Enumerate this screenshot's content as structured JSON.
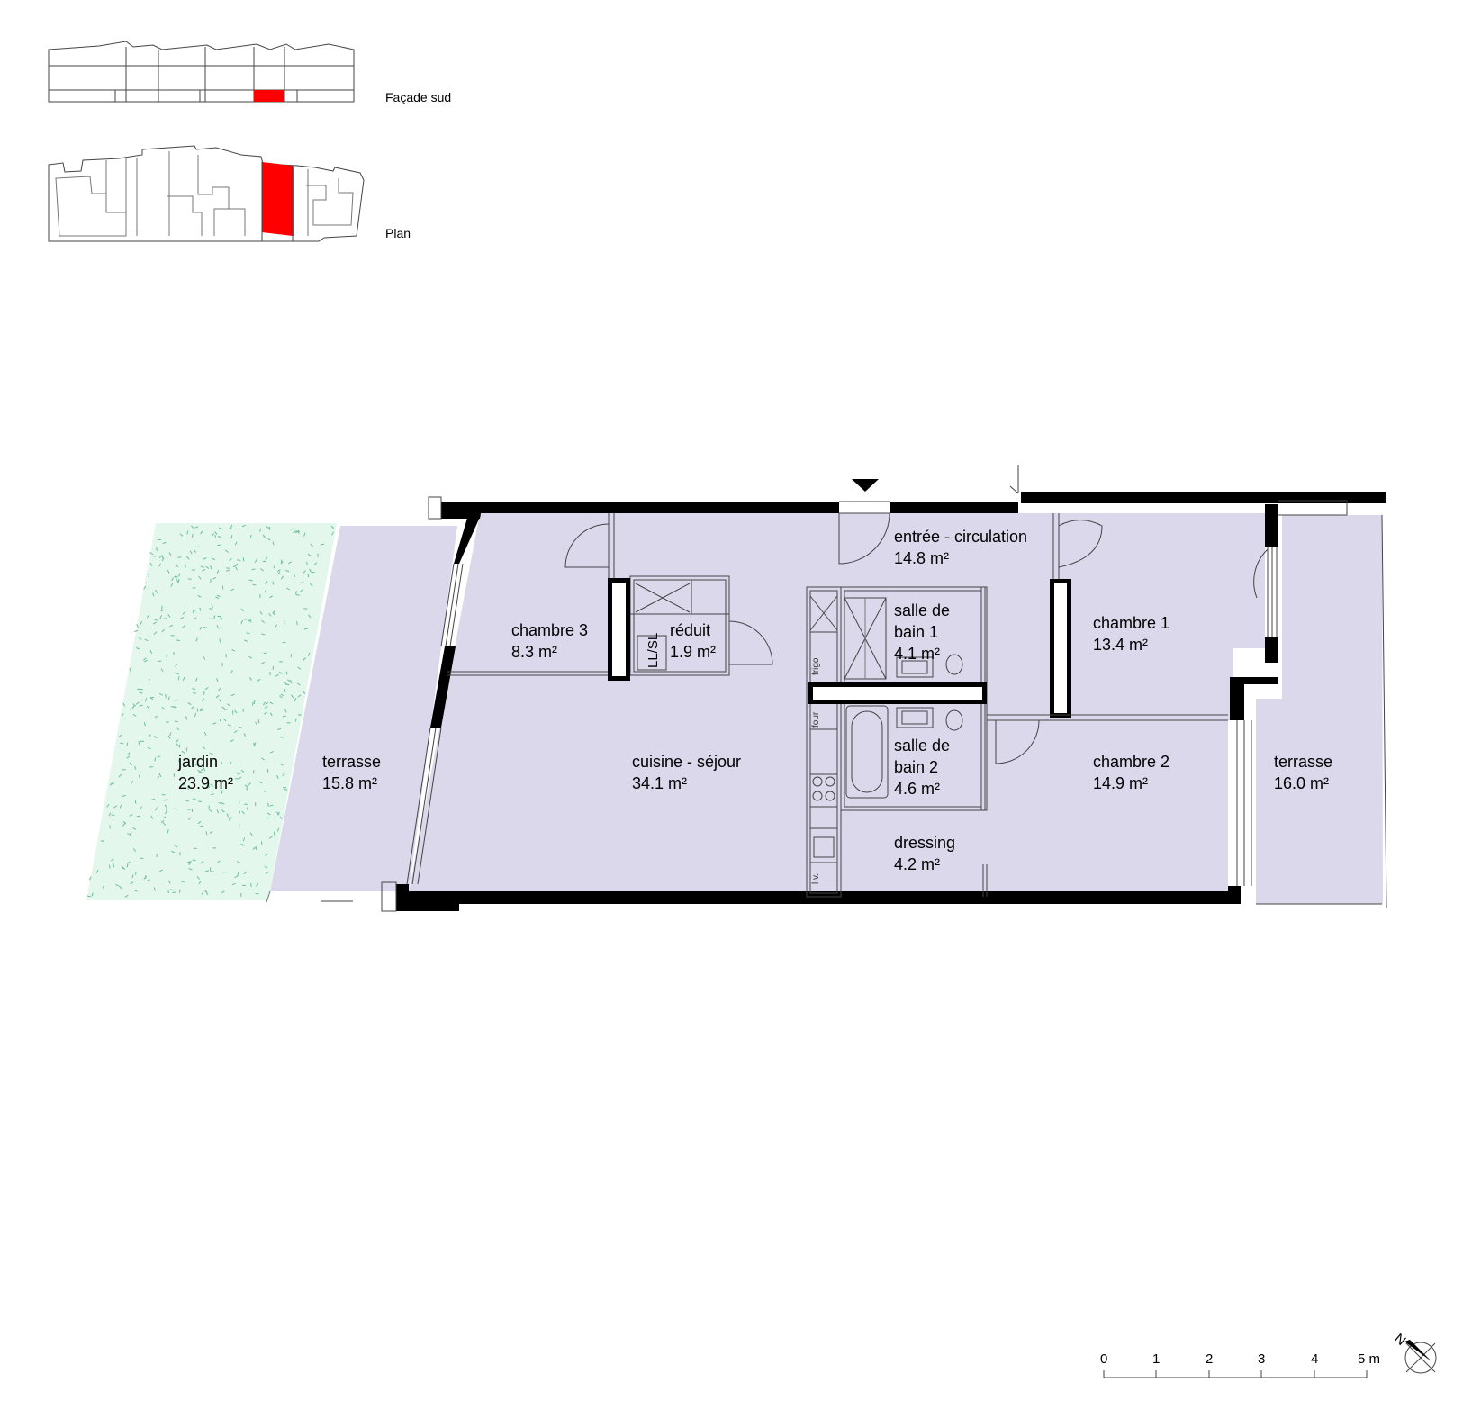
{
  "key_plans": {
    "facade_label": "Façade sud",
    "plan_label": "Plan",
    "highlight_color": "#ff0000"
  },
  "rooms": {
    "entree": {
      "name": "entrée - circulation",
      "area": "14.8 m²"
    },
    "chambre1": {
      "name": "chambre 1",
      "area": "13.4 m²"
    },
    "chambre2": {
      "name": "chambre 2",
      "area": "14.9 m²"
    },
    "chambre3": {
      "name": "chambre 3",
      "area": "8.3 m²"
    },
    "reduit": {
      "name": "réduit",
      "area": "1.9 m²",
      "appliance": "LL/SL"
    },
    "sdb1": {
      "name_line1": "salle de",
      "name_line2": "bain 1",
      "area": "4.1 m²"
    },
    "sdb2": {
      "name_line1": "salle de",
      "name_line2": "bain 2",
      "area": "4.6 m²"
    },
    "cuisine": {
      "name": "cuisine - séjour",
      "area": "34.1 m²"
    },
    "dressing": {
      "name": "dressing",
      "area": "4.2 m²"
    },
    "terrasse_w": {
      "name": "terrasse",
      "area": "15.8 m²"
    },
    "terrasse_e": {
      "name": "terrasse",
      "area": "16.0 m²"
    },
    "jardin": {
      "name": "jardin",
      "area": "23.9 m²"
    }
  },
  "kitchen_labels": {
    "frigo": "frigo",
    "four": "four",
    "lv": "l.v."
  },
  "scale_bar": {
    "ticks": [
      "0",
      "1",
      "2",
      "3",
      "4",
      "5 m"
    ]
  },
  "north": {
    "letter": "N"
  },
  "colors": {
    "room_fill": "#dcd8ec",
    "garden_fill": "#e3f7ec",
    "garden_dots": "#6fbf96",
    "wall": "#000000"
  }
}
